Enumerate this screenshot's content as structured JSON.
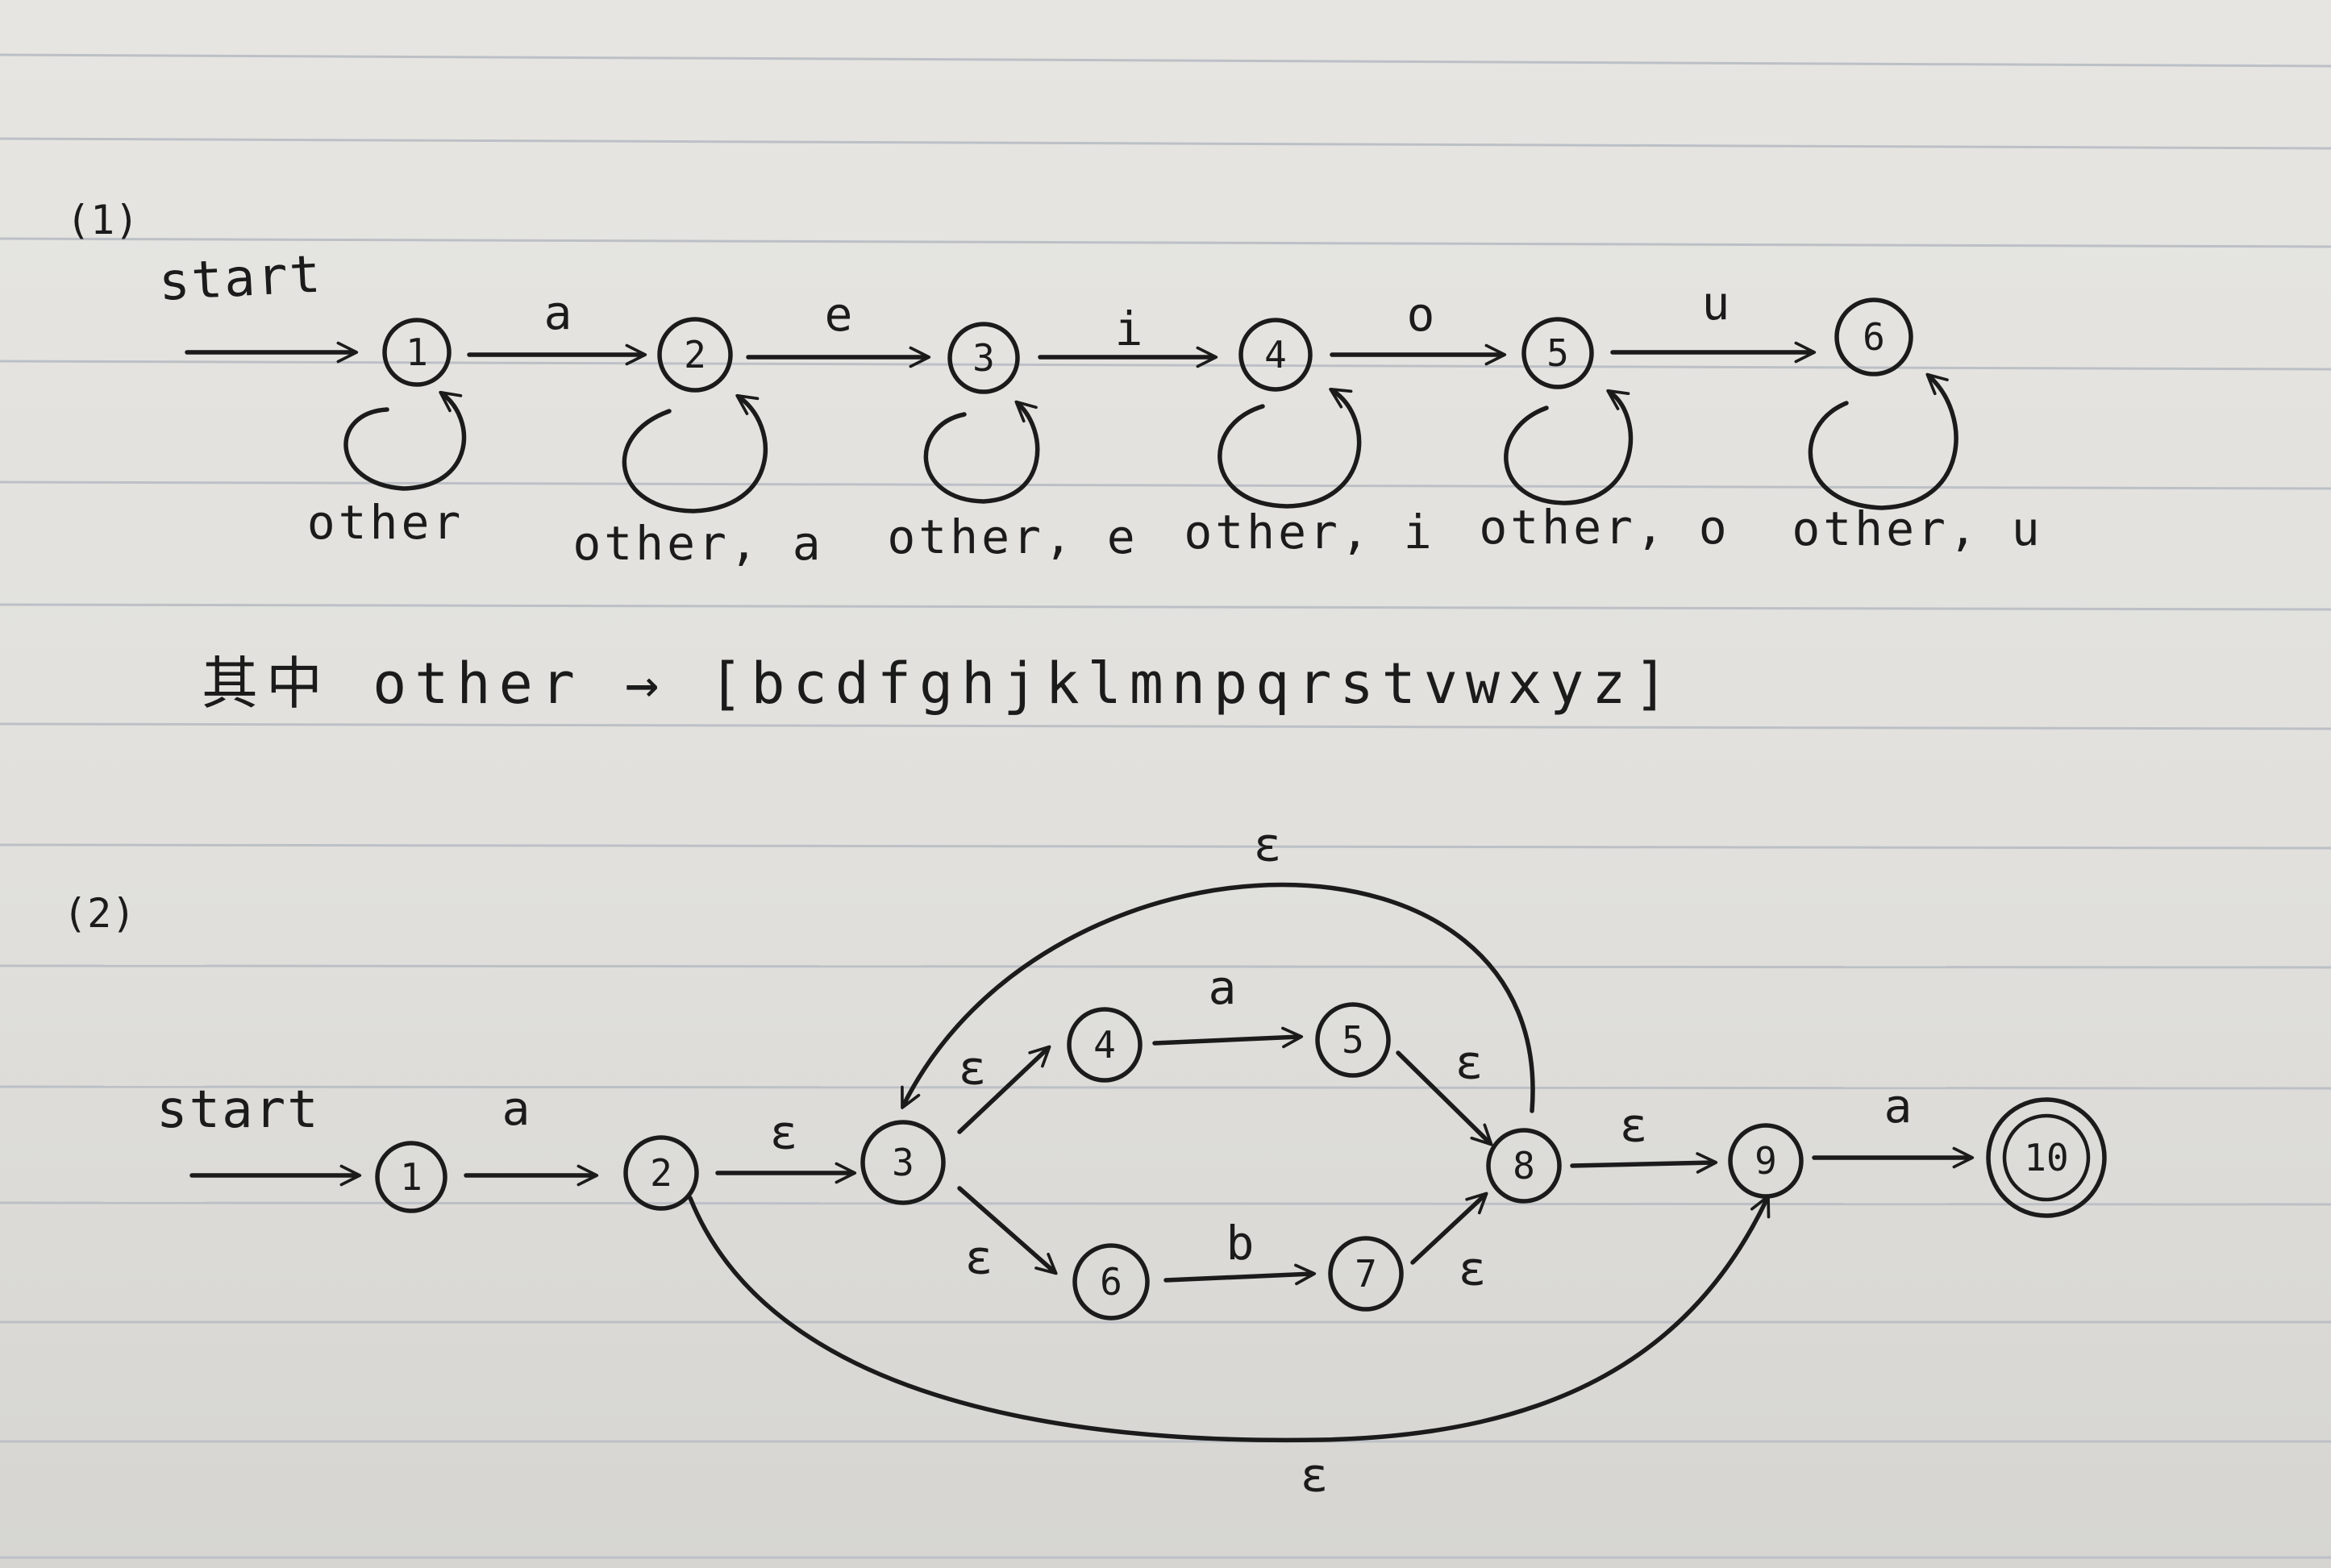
{
  "part1": {
    "label": "(1)",
    "start_label": "start",
    "states": [
      "1",
      "2",
      "3",
      "4",
      "5",
      "6"
    ],
    "edges": [
      {
        "label": "a"
      },
      {
        "label": "e"
      },
      {
        "label": "i"
      },
      {
        "label": "o"
      },
      {
        "label": "u"
      }
    ],
    "loops": [
      "other",
      "other, a",
      "other, e",
      "other, i",
      "other, o",
      "other, u"
    ],
    "note": "其中 other → [bcdfghjklmnpqrstvwxyz]"
  },
  "part2": {
    "label": "(2)",
    "start_label": "start",
    "states": {
      "s1": "1",
      "s2": "2",
      "s3": "3",
      "s4": "4",
      "s5": "5",
      "s6": "6",
      "s7": "7",
      "s8": "8",
      "s9": "9",
      "s10": "10"
    },
    "accepting_state": "10",
    "edges": {
      "e12": "a",
      "e23": "ε",
      "e34": "ε",
      "e45": "a",
      "e58": "ε",
      "e36": "ε",
      "e67": "b",
      "e78": "ε",
      "e89": "ε",
      "e910": "a",
      "e83": "ε",
      "e29": "ε"
    }
  },
  "colors": {
    "paper": "#e3e2de",
    "rule_line": "#bfc3c9",
    "ink": "#1b1b1b"
  }
}
